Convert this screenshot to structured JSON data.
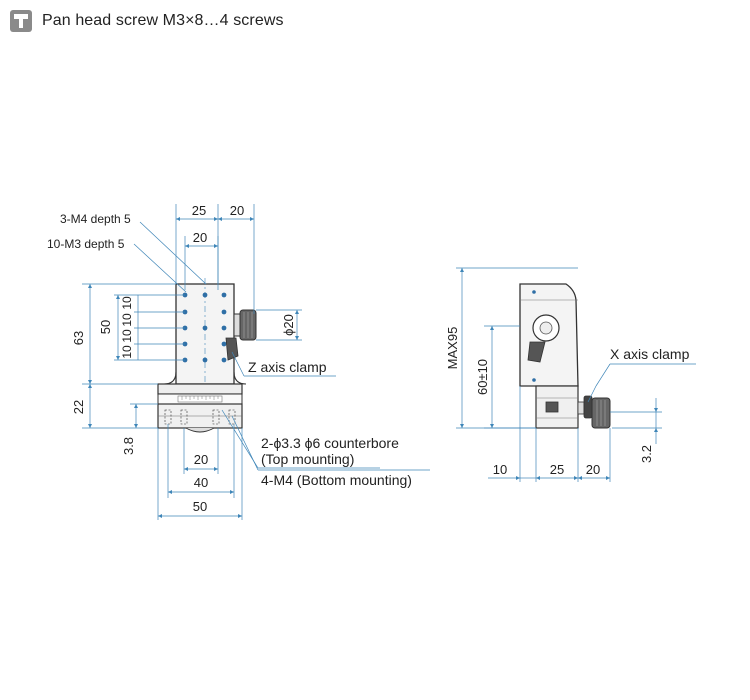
{
  "header": {
    "icon": "pan-head-screw-icon",
    "text": "Pan head screw M3×8…4 screws"
  },
  "front_view": {
    "top_dims": [
      "25",
      "20"
    ],
    "inner_top_dim": "20",
    "callouts": [
      "3-M4 depth 5",
      "10-M3 depth 5"
    ],
    "left_dims": {
      "overall_upper": "63",
      "pattern": "50",
      "pitches": [
        "10",
        "10",
        "10",
        "10"
      ],
      "base": "22",
      "bottom": "3.8"
    },
    "knob_dia": "ϕ20",
    "z_axis_clamp": "Z axis clamp",
    "counterbore_line1": "2-ϕ3.3  ϕ6 counterbore",
    "counterbore_line2": "(Top mounting)",
    "bottom_mount": "4-M4 (Bottom mounting)",
    "bottom_dims": [
      "20",
      "40",
      "50"
    ]
  },
  "side_view": {
    "max_height": "MAX95",
    "height_range": "60±10",
    "x_axis_clamp": "X axis clamp",
    "right_dim": "3.2",
    "bottom_dims": [
      "10",
      "25",
      "20"
    ]
  },
  "colors": {
    "dimension_line": "#3f86b8",
    "part_outline": "#333333",
    "part_fill": "#f4f4f4",
    "holes": "#2f6fa6"
  }
}
